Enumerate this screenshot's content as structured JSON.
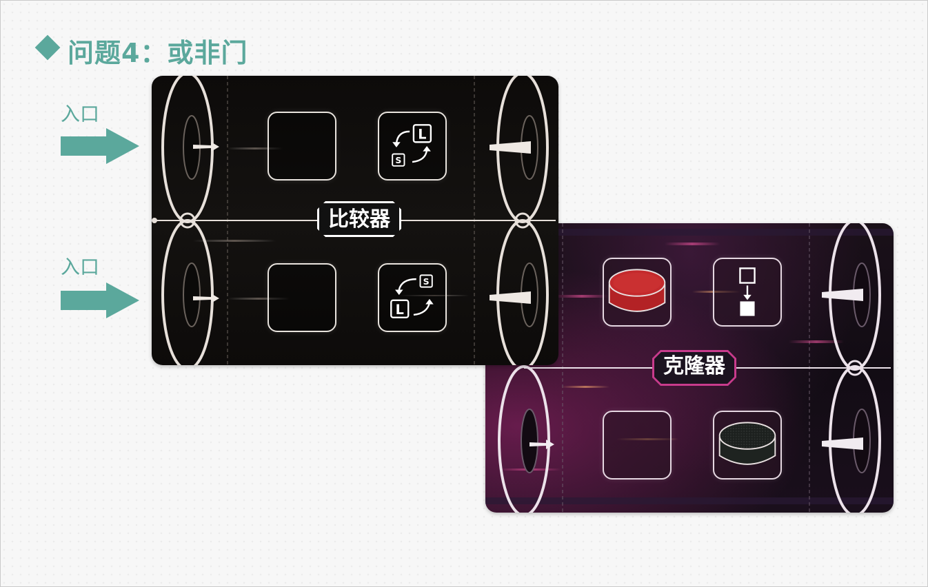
{
  "title": "问题4：或非门",
  "entries": [
    {
      "label": "入口"
    },
    {
      "label": "入口"
    }
  ],
  "comparator": {
    "label": "比较器",
    "swap_top": {
      "big": "L",
      "small": "S"
    },
    "swap_bottom": {
      "big": "L",
      "small": "S"
    }
  },
  "cloner": {
    "label": "克隆器",
    "chip_red_color": "#b32225",
    "chip_black_color": "#1e2320"
  },
  "colors": {
    "accent_teal": "#5ba89c",
    "cloner_magenta": "#c83b8c"
  }
}
